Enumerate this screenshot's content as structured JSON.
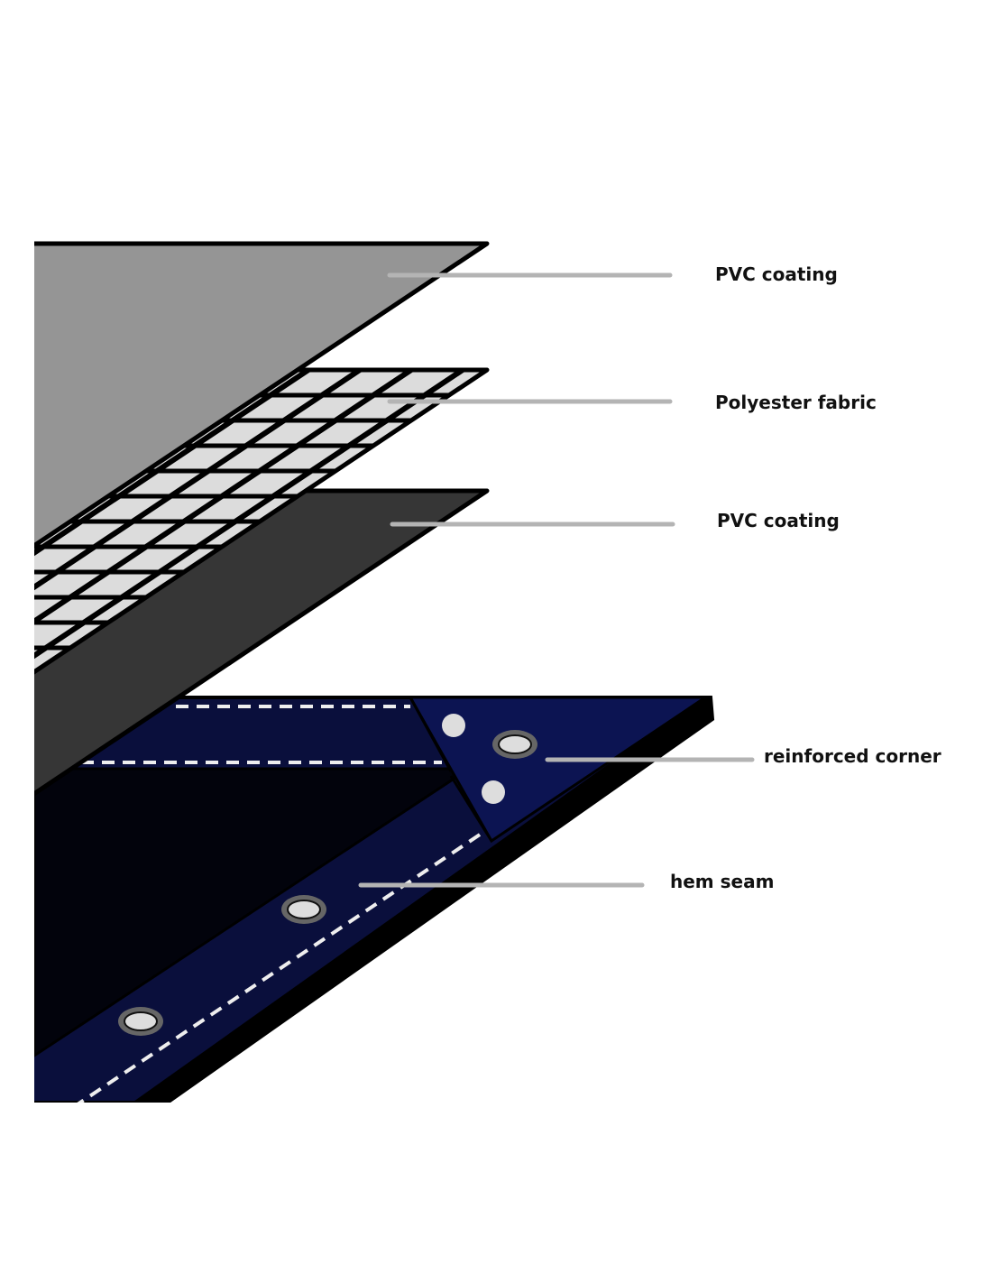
{
  "labels": {
    "pvc_top": "PVC coating",
    "polyester": "Polyester fabric",
    "pvc_bottom": "PVC coating",
    "corner": "reinforced corner",
    "hem": "hem seam"
  },
  "colors": {
    "pvc_top": "#959595",
    "fabric": "#dcdcdc",
    "pvc_bottom": "#363636",
    "tarp": "#0a0f3c",
    "tarp_dark": "#02030c",
    "corner_patch": "#0c1452",
    "leader": "#b4b4b4"
  }
}
